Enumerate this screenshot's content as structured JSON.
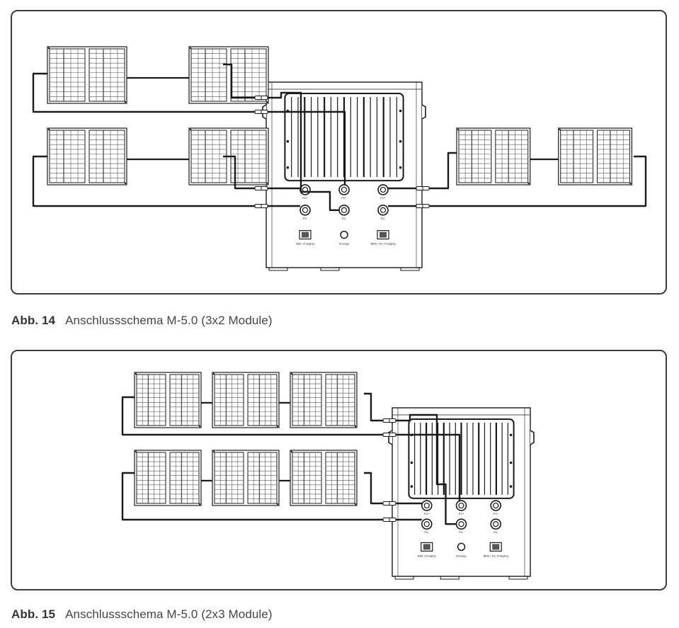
{
  "figures": [
    {
      "number": "Abb. 14",
      "caption": "Anschlussschema M-5.0 (3x2 Module)",
      "unit_labels": {
        "port_top": "PV+",
        "port_bottom": "PV-",
        "left_panel": "Batt. Charging",
        "center": "Anzeige",
        "right_panel": "BMS / DC Charging"
      }
    },
    {
      "number": "Abb. 15",
      "caption": "Anschlussschema M-5.0 (2x3 Module)",
      "unit_labels": {
        "port_top": "PV+",
        "port_bottom": "PV-",
        "left_panel": "Batt. Charging",
        "center": "Anzeige",
        "right_panel": "BMS / DC Charging"
      }
    }
  ],
  "colors": {
    "frame": "#3c3c3c",
    "line": "#1a1a1a",
    "panel_grid": "#555555"
  },
  "icons": [
    "solar-panel-icon",
    "storage-unit-icon",
    "connector-icon"
  ]
}
